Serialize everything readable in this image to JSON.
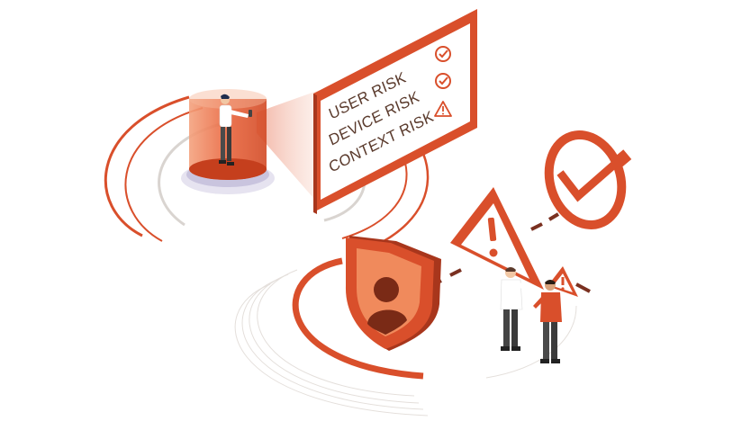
{
  "risk_panel": {
    "items": [
      {
        "label": "USER RISK",
        "status": "ok",
        "icon": "check-circle-icon"
      },
      {
        "label": "DEVICE RISK",
        "status": "ok",
        "icon": "check-circle-icon"
      },
      {
        "label": "CONTEXT RISK",
        "status": "warning",
        "icon": "warning-triangle-icon"
      }
    ]
  },
  "colors": {
    "accent": "#d94f2b",
    "accent_dark": "#a8361c",
    "accent_light": "#f08a5c",
    "text": "#5a3a2c",
    "ring_gray": "#d9d4d0"
  },
  "icons": [
    "shield-user-icon",
    "warning-triangle-icon",
    "check-circle-icon",
    "person-icon"
  ]
}
